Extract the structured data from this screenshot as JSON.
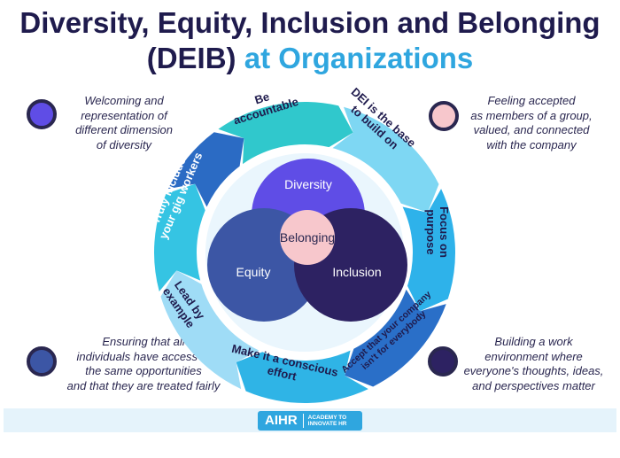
{
  "title": {
    "line1": "Diversity, Equity, Inclusion and Belonging",
    "line2_start": "(DEIB)",
    "line2_accent": "at Organizations"
  },
  "colors": {
    "title": "#1f1b4d",
    "accent": "#2fa6df",
    "diversity": "#5f4de6",
    "equity": "#3c56a5",
    "inclusion": "#2d2262",
    "belonging": "#f7c7cc",
    "ring": [
      "#30c8cc",
      "#7ed7f3",
      "#2eb2ea",
      "#2a6fc8",
      "#2fb4e6",
      "#9fdcf6",
      "#35c4e3",
      "#2b6bc4"
    ]
  },
  "corners": {
    "top_left": [
      "Welcoming and",
      "representation of",
      "different dimension",
      "of diversity"
    ],
    "top_right": [
      "Feeling accepted",
      "as members of a group,",
      "valued, and connected",
      "with the company"
    ],
    "bottom_left": [
      "Ensuring that all",
      "individuals have access to",
      "the same opportunities",
      "and that they are treated fairly"
    ],
    "bottom_right": [
      "Building a work",
      "environment where",
      "everyone's thoughts, ideas,",
      "and perspectives matter"
    ]
  },
  "ring": [
    {
      "lines": [
        "Be",
        "accountable"
      ]
    },
    {
      "lines": [
        "DEI is the base",
        "to build on"
      ]
    },
    {
      "lines": [
        "Focus on",
        "purpose"
      ]
    },
    {
      "lines": [
        "Accept that your company",
        "isn't for everybody"
      ]
    },
    {
      "lines": [
        "Make it a conscious",
        "effort"
      ]
    },
    {
      "lines": [
        "Lead by",
        "example"
      ]
    },
    {
      "lines": [
        "Truly include",
        "your gig workers"
      ]
    }
  ],
  "venn": {
    "diversity": "Diversity",
    "equity": "Equity",
    "inclusion": "Inclusion",
    "belonging": "Belonging"
  },
  "footer": {
    "logo": "AIHR",
    "tagline": [
      "ACADEMY TO",
      "INNOVATE HR"
    ]
  }
}
